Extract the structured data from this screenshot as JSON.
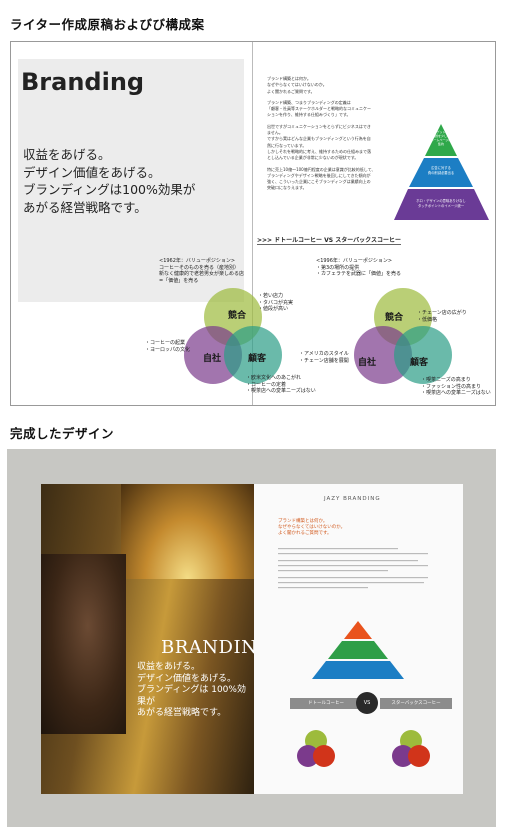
{
  "headings": {
    "draft": "ライター作成原稿およびび構成案",
    "finished": "完成したデザイン"
  },
  "draft": {
    "brand_title": "Branding",
    "lead_lines": [
      "収益をあげる。",
      "デザイン価値をあげる。",
      "ブランディングは100%効果が",
      "あがる経営戦略です。"
    ],
    "body_paragraphs": [
      "ブランド構築とは何か。\nなぜやらなくてはいけないのか。\nよく聞かれるご質問です。",
      "ブランド構築、つまりブランディングの定義は\n「顧客・社員等ステークホルダーと戦略的なコミュニケー\nションを作り、維持する仕組みづくり」です。",
      "出世ですがコミュニケーションをとらずにビジネスはでき\nません。\nですから実はどんな企業もブランディングという行為を自\n然に行なっています。\nしかしそれを戦略的に考え、維持するための仕組みまで落\nとし込んでいる企業が非常に少ないのが現状です。",
      "特に売上10億～100億円程度の企業は意識が比較的低して、\nブランディングやデザイン戦略を後回しにしてきた傾向が\n強く、こういった企業にこそブランディングは業績向上の\n突破口になりえます。"
    ],
    "pyramid": {
      "top": "ターゲットのの\n問題を少しへ\nホームページに\n集約",
      "middle": "広告に対する\n費の削減必要出る",
      "bottom": "ホロ・デザインの意味ありけなし\nタッチポイントのイメージ統一"
    },
    "vs_heading": ">>> ドトールコーヒー VS スターバックスコーヒー",
    "left_diagram": {
      "top_note": "<1962年：バリューポジション>\nコーヒーそのものを売る（産地別）\n新なく健康的で老若男女が楽しめる店\n=「価値」を売る",
      "circle_top": "競合",
      "circle_left": "自社",
      "circle_right": "顧客",
      "right_note": "・若い店力\n・タバコが充実\n・値段が高い",
      "left_note": "・コーヒーの起業\n・ヨーロッパの文化",
      "bottom_note": "・欧米文化へのあこがれ\n・コーヒーの定着\n・喫茶店への変革ニーズはない"
    },
    "right_diagram": {
      "top_note": "<1996年：バリューポジション>\n・第3の場所の提供\n・カフェラテを武器に「価値」を売る",
      "circle_top": "競合",
      "circle_left": "自社",
      "circle_right": "顧客",
      "right_note": "・チェーン店の広がり\n・低価格",
      "left_note": "・アメリカのスタイル\n・チェーン店舗を展開",
      "bottom_note": "・喫茶ニーズの高まり\n・ファッション性の高まり\n・喫茶店への変革ニーズはない"
    }
  },
  "finished": {
    "right_title": "JAZY BRANDING",
    "brand_title": "BRANDING",
    "lead_lines": [
      "収益をあげる。",
      "デザイン価値をあげる。",
      "ブランディングは 100%効果が",
      "あがる経営戦略です。"
    ],
    "orange_lead": "ブランド構築とは何か。\nなぜやらなくてはいけないのか。\nよく聞かれるご質問です。",
    "vs_left": "ドトールコーヒー",
    "vs_center": "VS",
    "vs_right": "スターバックスコーヒー"
  },
  "colors": {
    "venn_top": "#9dbb3c",
    "venn_left": "#7b3a8c",
    "venn_right": "#2b9c86",
    "pyr_top": "#2fa84a",
    "pyr_mid": "#1c7ec4",
    "pyr_bot": "#6a3b96"
  }
}
